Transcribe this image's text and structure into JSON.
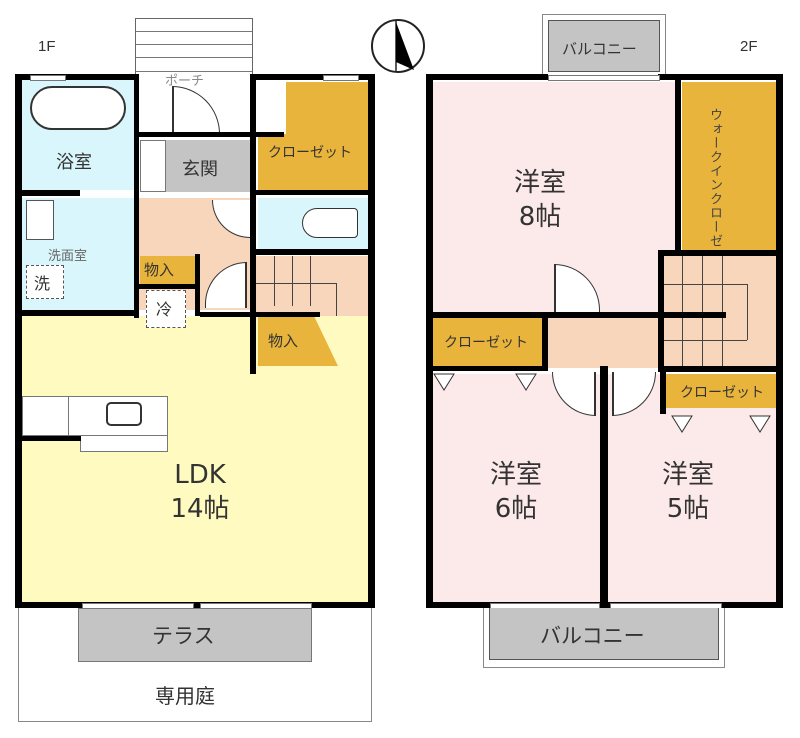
{
  "floors": {
    "first": {
      "label": "1F",
      "rooms": {
        "porch": "ポーチ",
        "bath": "浴室",
        "entrance": "玄関",
        "closet": "クローゼット",
        "washroom": "洗面室",
        "washer": "洗",
        "fridge": "冷",
        "storage1": "物入",
        "storage2": "物入",
        "ldk_name": "LDK",
        "ldk_size": "14帖",
        "terrace": "テラス",
        "garden": "専用庭"
      }
    },
    "second": {
      "label": "2F",
      "rooms": {
        "balcony_top": "バルコニー",
        "western1_name": "洋室",
        "western1_size": "8帖",
        "walk_in_closet": "ウォークインクローゼット",
        "closet_left": "クローゼット",
        "closet_right": "クローゼット",
        "western2_name": "洋室",
        "western2_size": "6帖",
        "western3_name": "洋室",
        "western3_size": "5帖",
        "balcony_bottom": "バルコニー"
      }
    }
  },
  "compass": {
    "icon": "north-arrow-icon"
  },
  "colors": {
    "ldk": "#fffbc0",
    "wet_area": "#d8f6fb",
    "closet": "#e8b43c",
    "hall": "#f8d6bc",
    "bedroom": "#fce9ea",
    "gray_area": "#c4c4c4",
    "wall": "#000000"
  }
}
